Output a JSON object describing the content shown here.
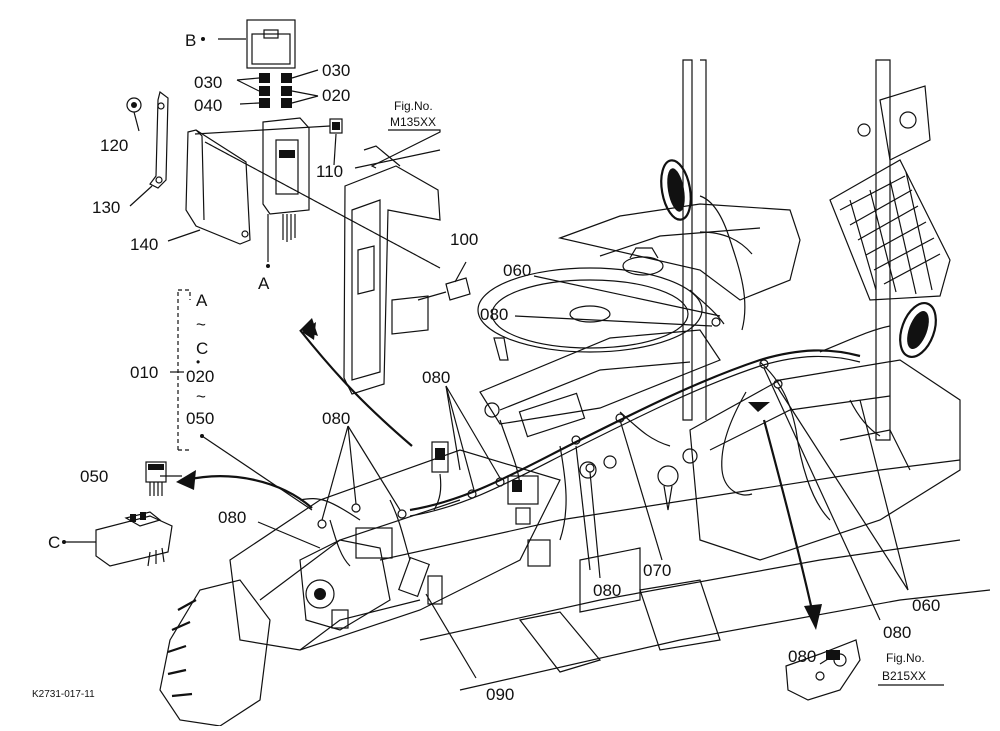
{
  "figure_code": "K2731-017-11",
  "callouts": {
    "c_b": "B",
    "c_a": "A",
    "c_c": "C",
    "c_030_left": "030",
    "c_030_right": "030",
    "c_040": "040",
    "c_020_top": "020",
    "c_120": "120",
    "c_130": "130",
    "c_140": "140",
    "c_110": "110",
    "c_100": "100",
    "c_060_top": "060",
    "c_080_upper": "080",
    "c_010": "010",
    "c_080_mid": "080",
    "c_080_left": "080",
    "c_050": "050",
    "c_080_lower": "080",
    "c_070": "070",
    "c_080_bottom": "080",
    "c_090": "090",
    "c_060_right": "060",
    "c_080_right": "080",
    "c_080_corner": "080"
  },
  "range_note": {
    "a": "A",
    "t1": "~",
    "c": "C",
    "dot": "•",
    "n020": "020",
    "t2": "~",
    "n050": "050"
  },
  "figrefs": {
    "fig1_label": "Fig.No.",
    "fig1_code": "M135XX",
    "fig2_label": "Fig.No.",
    "fig2_code": "B215XX"
  }
}
